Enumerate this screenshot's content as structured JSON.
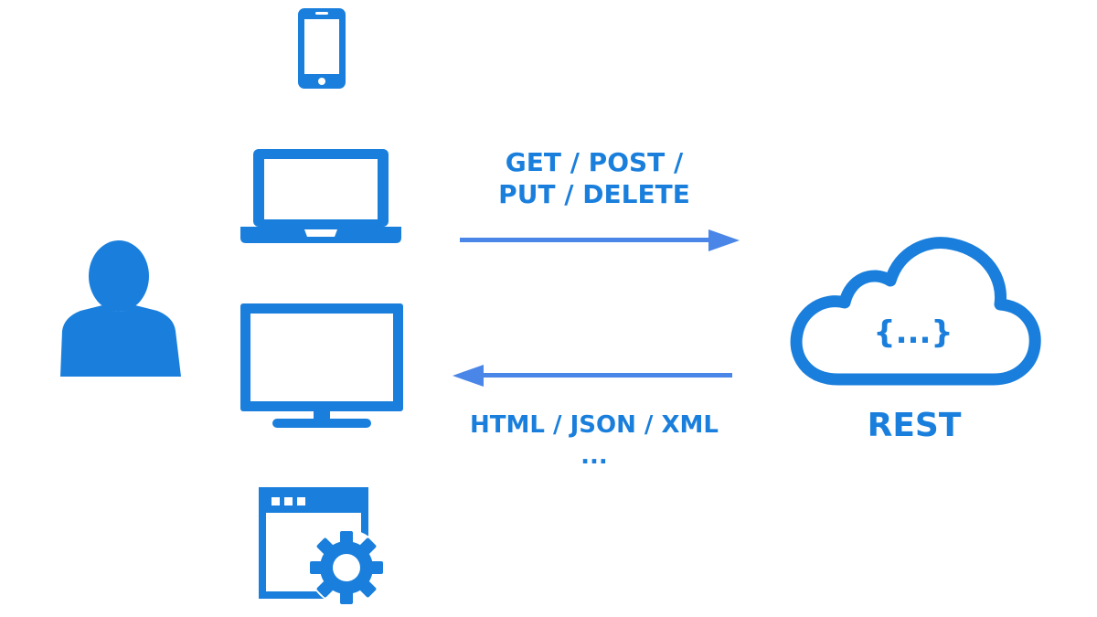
{
  "colors": {
    "icon": "#1a7fdc",
    "arrow": "#4a86e8",
    "text": "#1a7fdc"
  },
  "request": {
    "line1": "GET / POST  /",
    "line2": "PUT / DELETE"
  },
  "response": {
    "line1": "HTML / JSON / XML",
    "line2": "..."
  },
  "server": {
    "label": "REST",
    "braces": "{...}"
  }
}
